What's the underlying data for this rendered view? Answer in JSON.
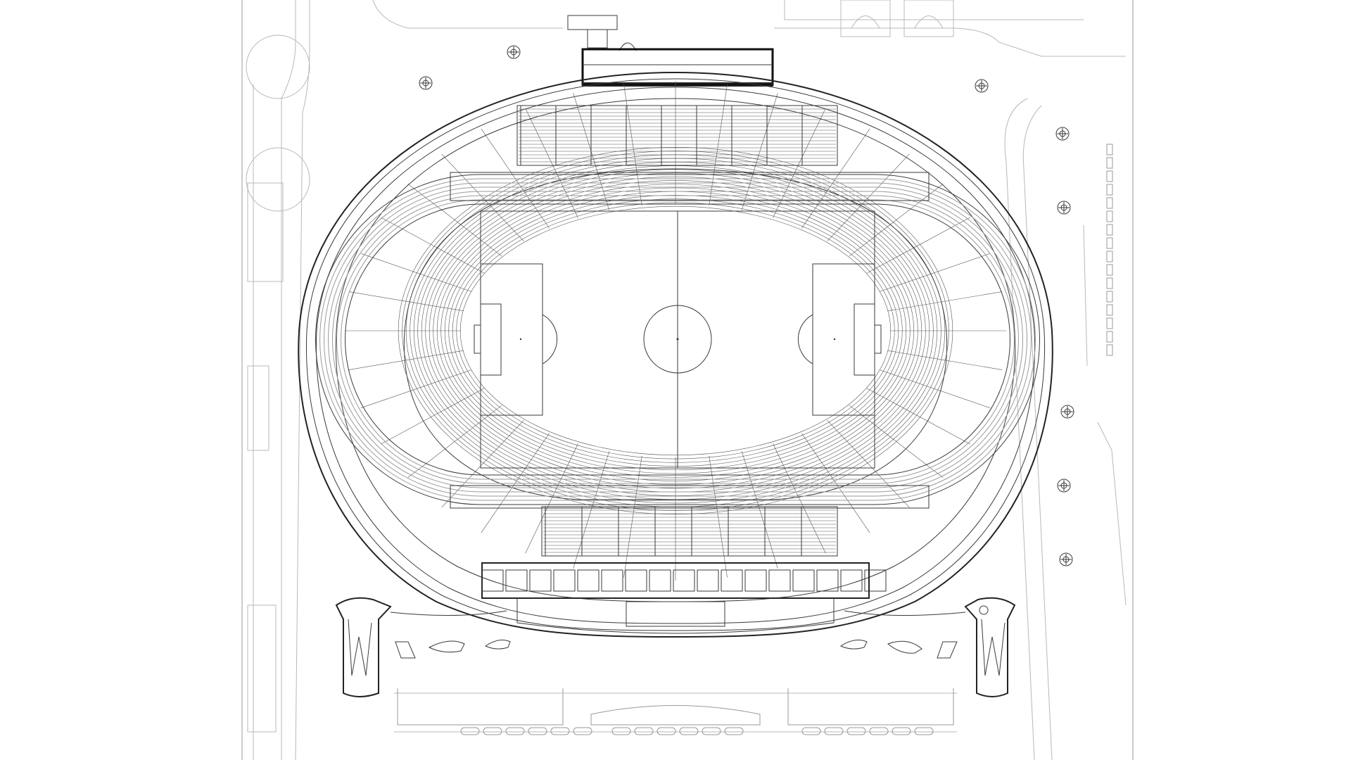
{
  "drawing": {
    "kind": "stadium-site-plan",
    "colors": {
      "background": "#ffffff",
      "line": "#333333",
      "light_line": "#9a9a9a"
    },
    "icons": [
      "tree-symbol",
      "football-pitch",
      "running-track",
      "seating-tiers"
    ]
  }
}
